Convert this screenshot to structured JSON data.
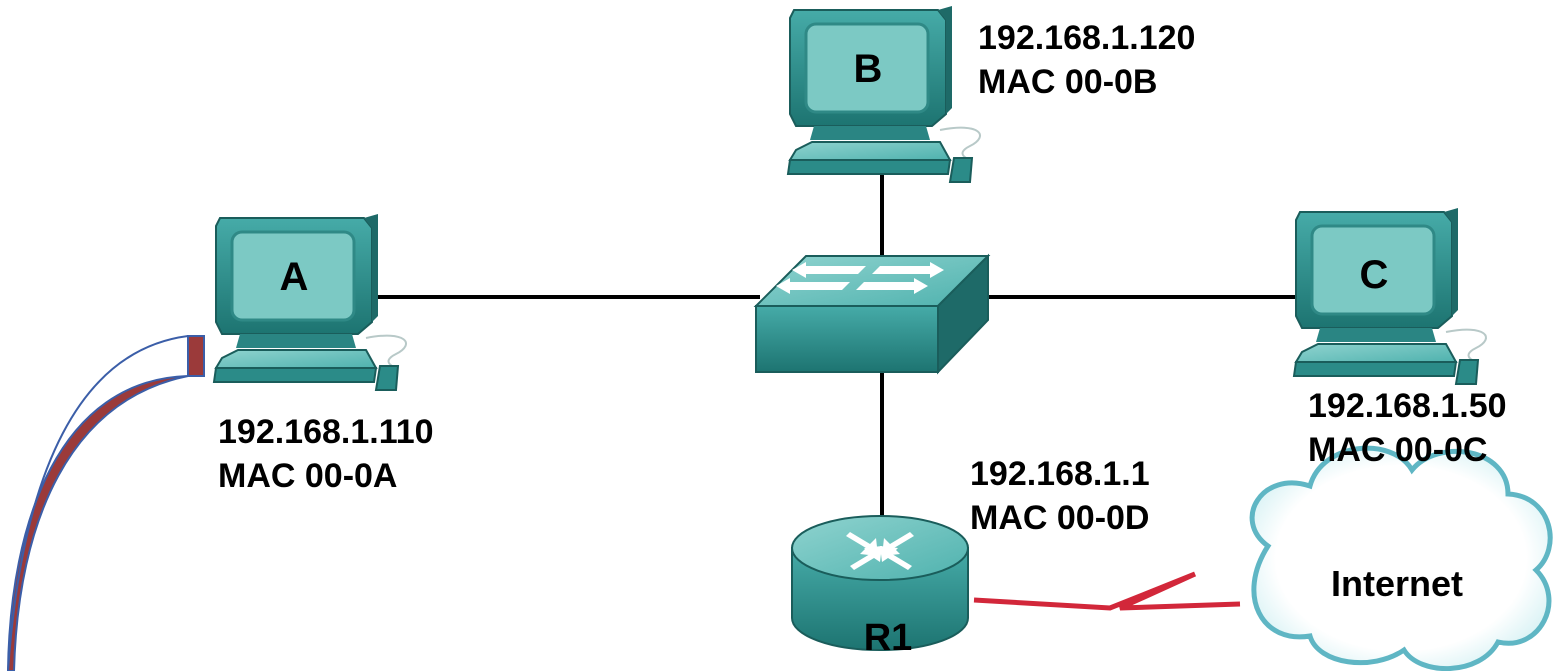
{
  "hosts": {
    "a": {
      "letter": "A",
      "ip": "192.168.1.110",
      "mac": "MAC 00-0A"
    },
    "b": {
      "letter": "B",
      "ip": "192.168.1.120",
      "mac": "MAC 00-0B"
    },
    "c": {
      "letter": "C",
      "ip": "192.168.1.50",
      "mac": "MAC 00-0C"
    }
  },
  "router": {
    "name": "R1",
    "ip": "192.168.1.1",
    "mac": "MAC 00-0D"
  },
  "cloud": {
    "label": "Internet"
  },
  "colors": {
    "device_teal": "#3a9e9c",
    "device_teal_dark": "#1f6f6d",
    "screen": "#7cc9c4",
    "link": "#000000",
    "wan_link": "#d2273a",
    "cloud_outline": "#5fb6c4",
    "arrow_fill": "#9b3a3a",
    "arrow_outline": "#3b5ea8"
  }
}
